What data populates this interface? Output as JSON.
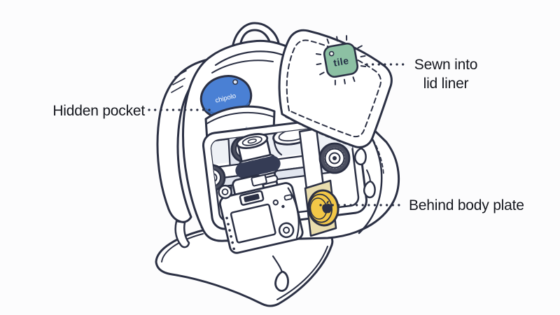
{
  "illustration": {
    "background": "#fcfcfd",
    "ink_color": "#2b3044",
    "shade_color": "#e2e6ef",
    "subject": "camera backpack with open lid and front flap"
  },
  "callouts": {
    "hidden_pocket": {
      "text": "Hidden pocket"
    },
    "lid_liner": {
      "line1": "Sewn into",
      "line2": "lid liner"
    },
    "body_plate": {
      "text": "Behind body plate"
    }
  },
  "trackers": {
    "chipolo": {
      "brand": "chipolo",
      "color": "#4a80d4",
      "location": "Hidden pocket"
    },
    "tile": {
      "brand": "tile",
      "color": "#8cc0a3",
      "location": "Sewn into lid liner"
    },
    "airtag": {
      "icon": "apple-logo-icon",
      "color": "#f2c747",
      "plate_color": "#e9ddae",
      "location": "Behind body plate"
    }
  }
}
